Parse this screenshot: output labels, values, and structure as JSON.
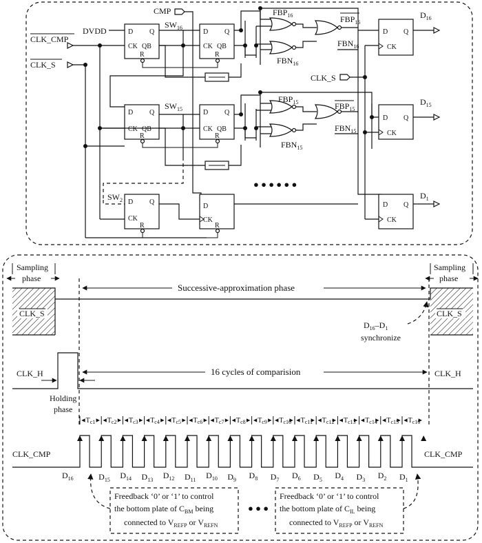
{
  "circuit": {
    "inputs": {
      "clk_cmp_bar": "CLK_CMP",
      "clk_s_bar": "CLK_S",
      "dvdd": "DVDD",
      "cmp": "CMP",
      "clk_s_right": "CLK_S"
    },
    "ff_pins": {
      "d": "D",
      "q": "Q",
      "ck": "CK",
      "qb": "QB",
      "r": "R"
    },
    "switches": {
      "sw16": {
        "base": "SW",
        "sub": "16"
      },
      "sw15": {
        "base": "SW",
        "sub": "15"
      },
      "sw2": {
        "base": "SW",
        "sub": "2"
      }
    },
    "gates": {
      "fbp16": {
        "base": "FBP",
        "sub": "16"
      },
      "fbn16": {
        "base": "FBN",
        "sub": "16"
      },
      "fbp16_bar": {
        "base": "FBP",
        "sub": "16"
      },
      "fbn16_out": {
        "base": "FBN",
        "sub": "16"
      },
      "fbp15": {
        "base": "FBP",
        "sub": "15"
      },
      "fbn15": {
        "base": "FBN",
        "sub": "15"
      },
      "fbp15_bar": {
        "base": "FBP",
        "sub": "15"
      },
      "fbn15_out": {
        "base": "FBN",
        "sub": "15"
      }
    },
    "outputs": {
      "d16": {
        "base": "D",
        "sub": "16"
      },
      "d15": {
        "base": "D",
        "sub": "15"
      },
      "d1": {
        "base": "D",
        "sub": "1"
      }
    },
    "ellipsis": "● ● ● ● ● ●"
  },
  "timing": {
    "sampling_phase_left": [
      "Sampling",
      "phase"
    ],
    "sampling_phase_right": [
      "Sampling",
      "phase"
    ],
    "clk_s_bar": "CLK_S",
    "successive_approximation": "Successive-approximation phase",
    "synchronize": {
      "d16": "D",
      "sub16": "16",
      "dash": "–D",
      "sub1": "1",
      "word": "synchronize"
    },
    "clk_h_left": "CLK_H",
    "clk_h_right": "CLK_H",
    "holding_phase": [
      "Holding",
      "phase"
    ],
    "cycles": "16 cycles of comparision",
    "clk_cmp_left": "CLK_CMP",
    "clk_cmp_right": "CLK_CMP",
    "period_labels": [
      "T",
      "T",
      "T",
      "T",
      "T",
      "T",
      "T",
      "T",
      "T",
      "T",
      "T",
      "T",
      "T",
      "T",
      "T",
      "T"
    ],
    "period_subs": [
      "c1",
      "c2",
      "c3",
      "c4",
      "c5",
      "c6",
      "c7",
      "c8",
      "c9",
      "c10",
      "c11",
      "c12",
      "c13",
      "c14",
      "c15",
      "c16"
    ],
    "bit_labels": [
      "16",
      "15",
      "14",
      "13",
      "12",
      "11",
      "10",
      "9",
      "8",
      "7",
      "6",
      "5",
      "4",
      "3",
      "2",
      "1"
    ],
    "bit_prefix": "D",
    "note_left": [
      "Freedback ‘0’ or ‘1’ to control",
      "the bottom plate of C",
      "BM",
      " being",
      "connected to V",
      "REFP",
      " or V",
      "REFN"
    ],
    "note_right": [
      "Freedback ‘0’ or ‘1’ to control",
      "the bottom plate of C",
      "IL",
      " being",
      "connected to V",
      "REFP",
      " or V",
      "REFN"
    ],
    "mid_dots": "● ● ●"
  }
}
